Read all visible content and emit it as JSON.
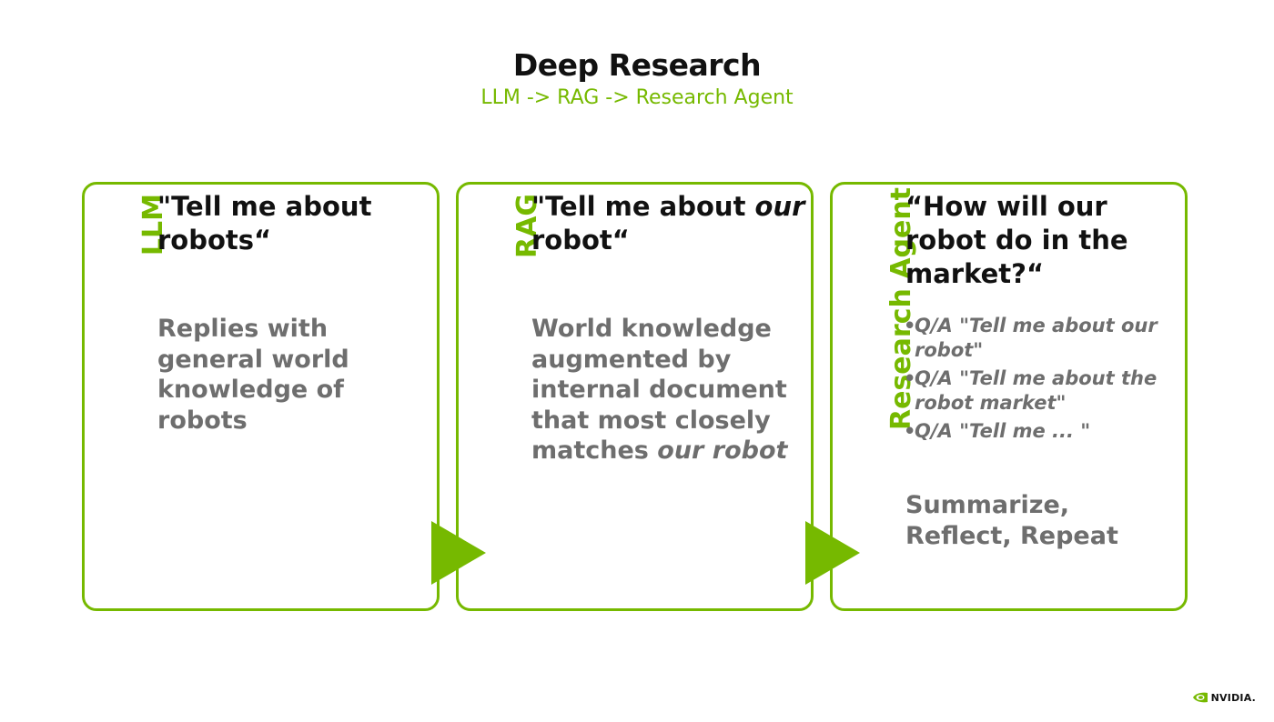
{
  "slide": {
    "title": "Deep Research",
    "subtitle": "LLM -> RAG -> Research Agent"
  },
  "cards": [
    {
      "label": "LLM",
      "question": "\"Tell me about robots“",
      "description": "Replies with general world knowledge of robots"
    },
    {
      "label": "RAG",
      "question_pre": "\"Tell me about ",
      "question_em": "our",
      "question_post": " robot“",
      "description_pre": "World knowledge augmented by internal document that most closely matches ",
      "description_em": "our robot"
    },
    {
      "label": "Research Agent",
      "question": "“How will our robot do in the market?“",
      "bullets": [
        "Q/A \"Tell me about our robot\"",
        "Q/A \"Tell me about the robot market\"",
        "Q/A \"Tell me ... \""
      ],
      "summary": "Summarize, Reflect, Repeat"
    }
  ],
  "footer": {
    "logo_text": "NVIDIA."
  },
  "colors": {
    "accent": "#76b900",
    "title": "#111111",
    "body": "#6e6e6e"
  }
}
